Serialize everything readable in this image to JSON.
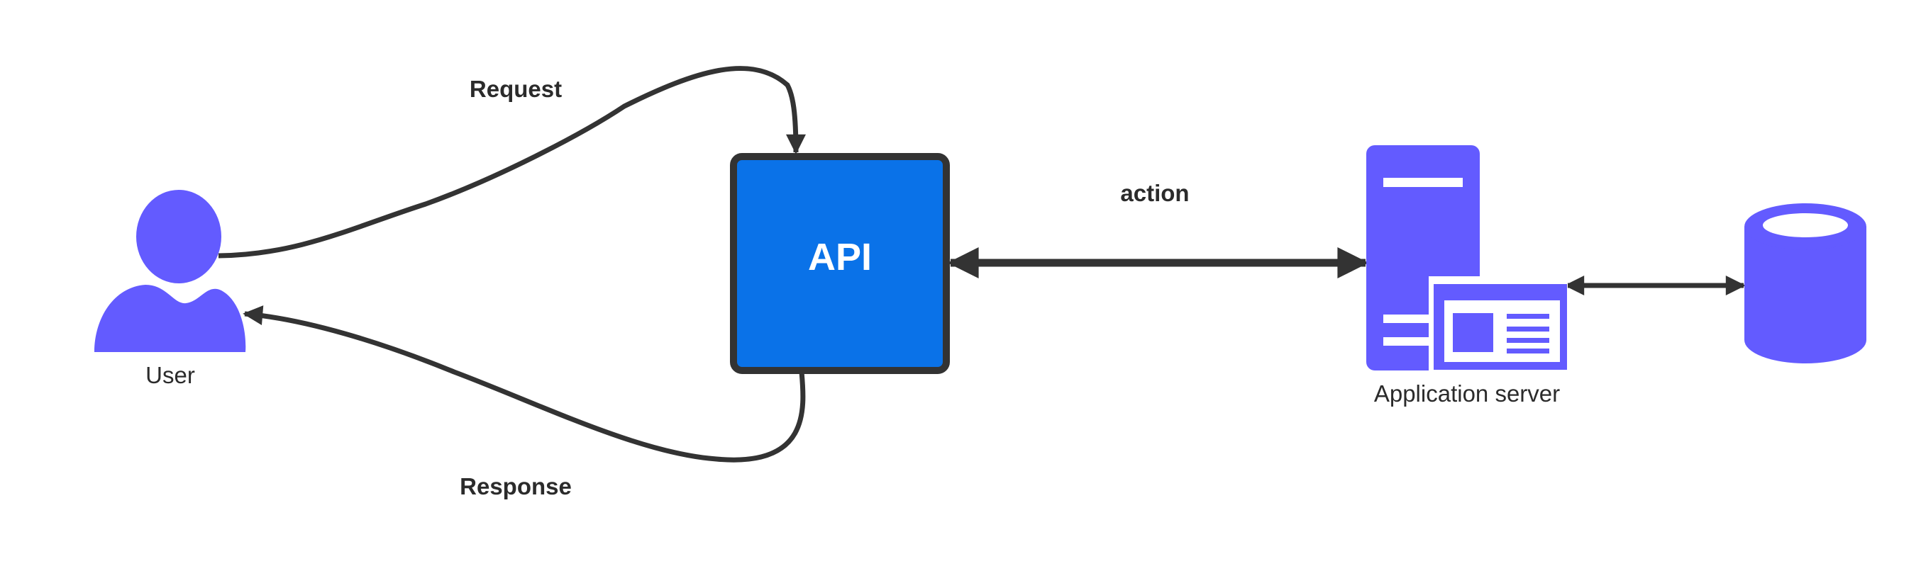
{
  "diagram": {
    "nodes": {
      "user": {
        "label": "User",
        "icon": "user-icon"
      },
      "api": {
        "label": "API"
      },
      "app_server": {
        "label": "Application server",
        "icon": "application-server-icon"
      },
      "database": {
        "label": "",
        "icon": "database-icon"
      }
    },
    "edges": {
      "request": {
        "label": "Request",
        "from": "User",
        "to": "API"
      },
      "response": {
        "label": "Response",
        "from": "API",
        "to": "User"
      },
      "action": {
        "label": "action",
        "from": "API",
        "to": "Application server",
        "bidirectional": true
      },
      "db_link": {
        "label": "",
        "from": "Application server",
        "to": "database",
        "bidirectional": true
      }
    }
  },
  "colors": {
    "icon_purple": "#635bff",
    "api_fill": "#0a72e8",
    "api_border": "#333333",
    "connector": "#333333",
    "text": "#2b2b2b",
    "background": "#ffffff"
  }
}
